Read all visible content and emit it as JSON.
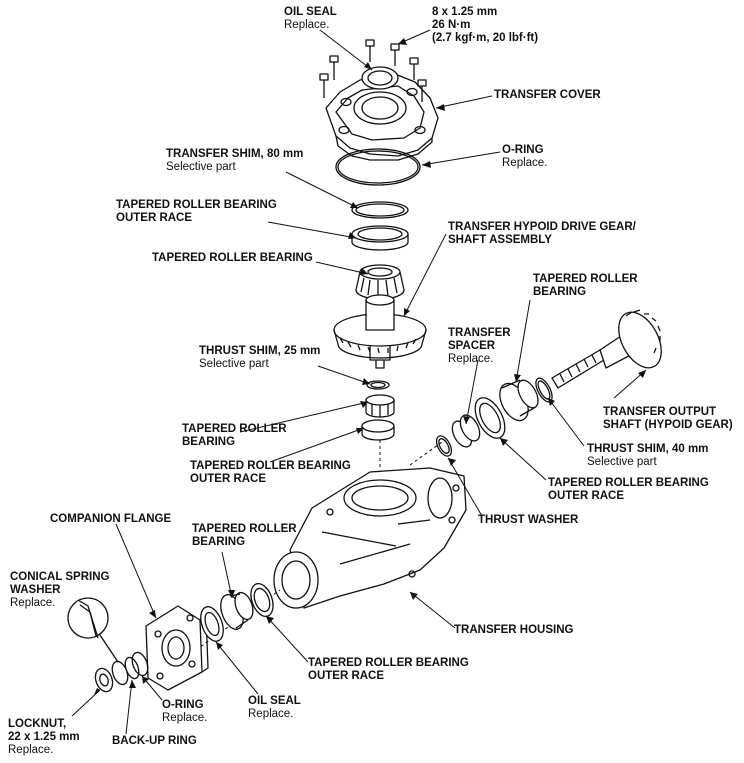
{
  "labels": {
    "oil_seal_top": {
      "name": "OIL SEAL",
      "note": "Replace."
    },
    "bolt_spec": {
      "line1": "8 x 1.25 mm",
      "line2": "26 N·m",
      "line3": "(2.7 kgf·m, 20 lbf·ft)"
    },
    "transfer_cover": {
      "name": "TRANSFER COVER"
    },
    "o_ring_top": {
      "name": "O-RING",
      "note": "Replace."
    },
    "transfer_shim": {
      "name": "TRANSFER SHIM, 80 mm",
      "note": "Selective part"
    },
    "outer_race_upper": {
      "line1": "TAPERED ROLLER BEARING",
      "line2": "OUTER RACE"
    },
    "hypoid_drive_gear": {
      "line1": "TRANSFER HYPOID DRIVE GEAR/",
      "line2": "SHAFT ASSEMBLY"
    },
    "bearing_upper": {
      "name": "TAPERED ROLLER BEARING"
    },
    "bearing_right": {
      "line1": "TAPERED ROLLER",
      "line2": "BEARING"
    },
    "transfer_spacer": {
      "line1": "TRANSFER",
      "line2": "SPACER",
      "note": "Replace."
    },
    "thrust_shim_25": {
      "name": "THRUST SHIM, 25 mm",
      "note": "Selective part"
    },
    "output_shaft": {
      "line1": "TRANSFER OUTPUT",
      "line2": "SHAFT (HYPOID GEAR)"
    },
    "bearing_middle": {
      "line1": "TAPERED ROLLER",
      "line2": "BEARING"
    },
    "thrust_shim_40": {
      "name": "THRUST SHIM, 40 mm",
      "note": "Selective part"
    },
    "outer_race_middle": {
      "line1": "TAPERED ROLLER BEARING",
      "line2": "OUTER RACE"
    },
    "outer_race_right": {
      "line1": "TAPERED ROLLER BEARING",
      "line2": "OUTER RACE"
    },
    "companion_flange": {
      "name": "COMPANION FLANGE"
    },
    "thrust_washer": {
      "name": "THRUST WASHER"
    },
    "bearing_lower": {
      "line1": "TAPERED ROLLER",
      "line2": "BEARING"
    },
    "conical_spring_washer": {
      "line1": "CONICAL SPRING",
      "line2": "WASHER",
      "note": "Replace."
    },
    "transfer_housing": {
      "name": "TRANSFER HOUSING"
    },
    "outer_race_lower": {
      "line1": "TAPERED ROLLER BEARING",
      "line2": "OUTER RACE"
    },
    "o_ring_bottom": {
      "name": "O-RING",
      "note": "Replace."
    },
    "oil_seal_bottom": {
      "name": "OIL SEAL",
      "note": "Replace."
    },
    "locknut": {
      "line1": "LOCKNUT,",
      "line2": "22 x 1.25 mm",
      "note": "Replace."
    },
    "backup_ring": {
      "name": "BACK-UP RING"
    }
  }
}
